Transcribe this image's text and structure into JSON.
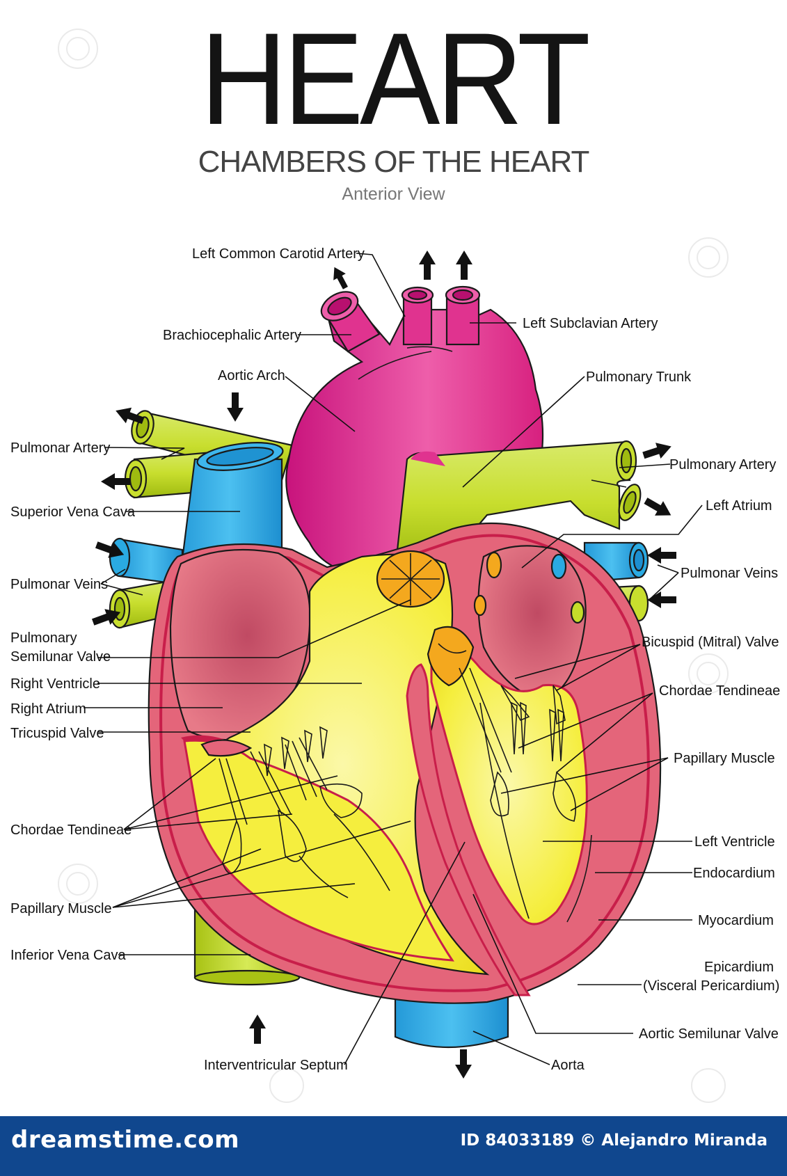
{
  "header": {
    "title": "HEART",
    "subtitle": "CHAMBERS OF THE HEART",
    "view": "Anterior View"
  },
  "labels": {
    "left_common_carotid": "Left Common Carotid Artery",
    "brachiocephalic": "Brachiocephalic Artery",
    "aortic_arch": "Aortic Arch",
    "left_subclavian": "Left Subclavian Artery",
    "pulmonary_trunk": "Pulmonary Trunk",
    "pulmonar_artery": "Pulmonar Artery",
    "pulmonary_artery": "Pulmonary Artery",
    "superior_vena_cava": "Superior Vena Cava",
    "left_atrium": "Left Atrium",
    "pulmonar_veins_left": "Pulmonar Veins",
    "pulmonar_veins_right": "Pulmonar Veins",
    "pulmonary_semilunar_1": "Pulmonary",
    "pulmonary_semilunar_2": "Semilunar Valve",
    "bicuspid": "Bicuspid (Mitral) Valve",
    "right_ventricle": "Right Ventricle",
    "chordae_right": "Chordae Tendineae",
    "right_atrium": "Right Atrium",
    "tricuspid": "Tricuspid Valve",
    "papillary_right": "Papillary Muscle",
    "chordae_left": "Chordae Tendineae",
    "left_ventricle": "Left Ventricle",
    "endocardium": "Endocardium",
    "papillary_left": "Papillary Muscle",
    "myocardium": "Myocardium",
    "inferior_vena_cava": "Inferior Vena Cava",
    "epicardium_1": "Epicardium",
    "epicardium_2": "(Visceral Pericardium)",
    "aortic_semilunar": "Aortic Semilunar Valve",
    "interventricular": "Interventricular Septum",
    "aorta": "Aorta"
  },
  "footer": {
    "brand": "dreamstime.com",
    "credit": "ID 84033189 © Alejandro Miranda"
  },
  "colors": {
    "aorta_magenta": "#e0338f",
    "pulmonary_green": "#c4dc2a",
    "vena_blue": "#2aaae2",
    "myocardium_pink": "#e4657a",
    "chamber_yellow": "#f5ee3e",
    "valve_orange": "#f4a81e",
    "footer_blue": "#10478e"
  }
}
